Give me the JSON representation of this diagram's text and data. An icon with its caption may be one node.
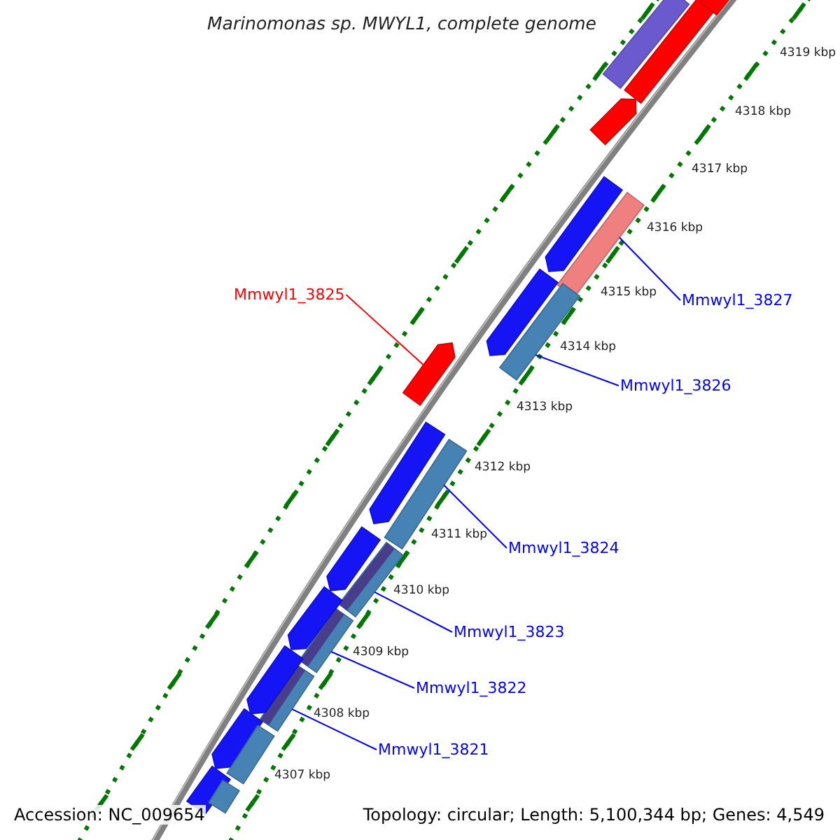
{
  "diagram": {
    "title": "Marinomonas sp. MWYL1, complete genome",
    "nodes": [
      {
        "text": [
          "Mmwyl1_3825"
        ]
      },
      {
        "text": [
          "Mmwyl1_3827"
        ]
      },
      {
        "text": [
          "Mmwyl1_3826"
        ]
      },
      {
        "text": [
          "Mmwyl1_3824"
        ]
      },
      {
        "text": [
          "Mmwyl1_3823"
        ]
      },
      {
        "text": [
          "Mmwyl1_3822"
        ]
      },
      {
        "text": [
          "Mmwyl1_3821"
        ]
      },
      {
        "text": [],
        "shape": "bar"
      },
      {
        "text": [],
        "shape": "bar"
      },
      {
        "text": [],
        "shape": "bar"
      },
      {
        "text": [],
        "shape": "bar"
      },
      {
        "text": [],
        "shape": "bar"
      },
      {
        "text": [],
        "shape": "bar"
      },
      {
        "text": [],
        "shape": "bar"
      },
      {
        "text": [],
        "shape": "bar"
      },
      {
        "text": [],
        "shape": "bar"
      },
      {
        "text": [],
        "shape": "bar"
      },
      {
        "text": [],
        "shape": "bar"
      },
      {
        "text": [],
        "shape": "bar"
      },
      {
        "text": [],
        "shape": "bar"
      },
      {
        "text": [],
        "shape": "bar"
      },
      {
        "text": [],
        "shape": "bar"
      },
      {
        "text": [],
        "shape": "bar"
      },
      {
        "text": [],
        "shape": "bar"
      },
      {
        "text": [],
        "shape": "bar"
      },
      {
        "text": [],
        "shape": "bar"
      },
      {
        "text": [],
        "shape": "bar"
      },
      {
        "text": [],
        "shape": "bar"
      }
    ],
    "edges": [
      {
        "from": 0,
        "to": 7,
        "arrow": "none",
        "color": "#ff0000"
      },
      {
        "from": 1,
        "to": 8,
        "arrow": "none"
      },
      {
        "from": 2,
        "to": 9,
        "arrow": "none"
      },
      {
        "from": 3,
        "to": 10,
        "arrow": "none"
      },
      {
        "from": 4,
        "to": 11,
        "arrow": "none"
      },
      {
        "from": 5,
        "to": 12,
        "arrow": "none"
      },
      {
        "from": 6,
        "to": 13,
        "arrow": "none"
      }
    ],
    "labels": [
      "4319 kbp",
      "4318 kbp",
      "4317 kbp",
      "4316 kbp",
      "4315 kbp",
      "4314 kbp",
      "4313 kbp",
      "4312 kbp",
      "4311 kbp",
      "4310 kbp",
      "4309 kbp",
      "4308 kbp",
      "4307 kbp",
      "Accession: NC_009654",
      "Topology: circular; Length: 5,100,344 bp; Genes: 4,549"
    ]
  }
}
